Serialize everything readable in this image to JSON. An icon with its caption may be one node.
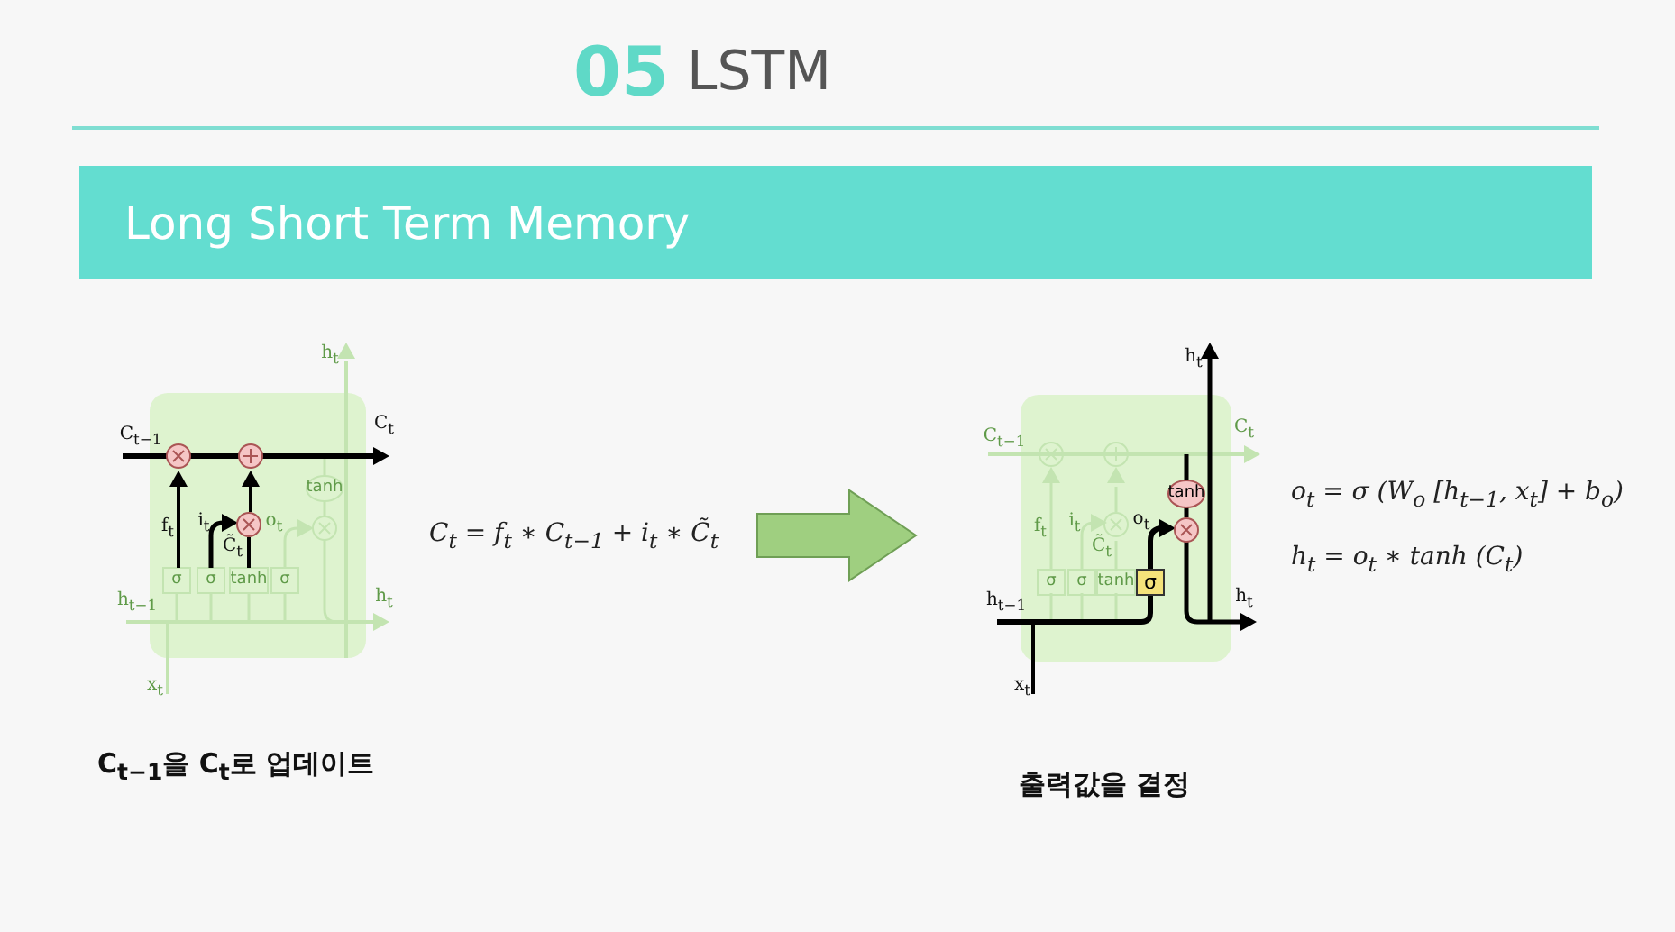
{
  "diagram": {
    "title": "LSTM",
    "nodes": [
      {
        "text": [
          "Long Short Term Memory"
        ]
      },
      {
        "text": [],
        "shape": "picture"
      },
      {
        "text": [
          "C$_{t}$ = f$_{t}$ ∗ C$_{t−1}$ + i$_{t}$ ∗ C̃$_{t}$"
        ]
      },
      {
        "text": [],
        "shape": "picture"
      },
      {
        "text": [
          "o$_{t}$ = σ (W$_{o}$ [h$_{t−1}$, x$_{t}$] + b$_{o}$)",
          "h$_{t}$ = o$_{t}$ ∗ tanh (C$_{t}$)"
        ]
      }
    ],
    "edges": [
      {
        "from": 2,
        "to": 3,
        "arrow": "to"
      }
    ],
    "labels": [
      "05",
      "h$_{t}$",
      "C$_{t−1}$",
      "C$_{t}$",
      "tanh",
      "f$_{t}$",
      "i$_{t}$",
      "o$_{t}$",
      "C̃$_{t}$",
      "σ",
      "σ",
      "tanh",
      "σ",
      "h$_{t−1}$",
      "h$_{t}$",
      "x$_{t}$",
      "h$_{t}$",
      "C$_{t−1}$",
      "C$_{t}$",
      "tanh",
      "f$_{t}$",
      "i$_{t}$",
      "o$_{t}$",
      "C̃$_{t}$",
      "σ",
      "σ",
      "tanh",
      "σ",
      "h$_{t−1}$",
      "h$_{t}$",
      "x$_{t}$",
      "C$_{t−1}$을 C$_{t}$로 업데이트",
      "출력값을 결정"
    ]
  }
}
